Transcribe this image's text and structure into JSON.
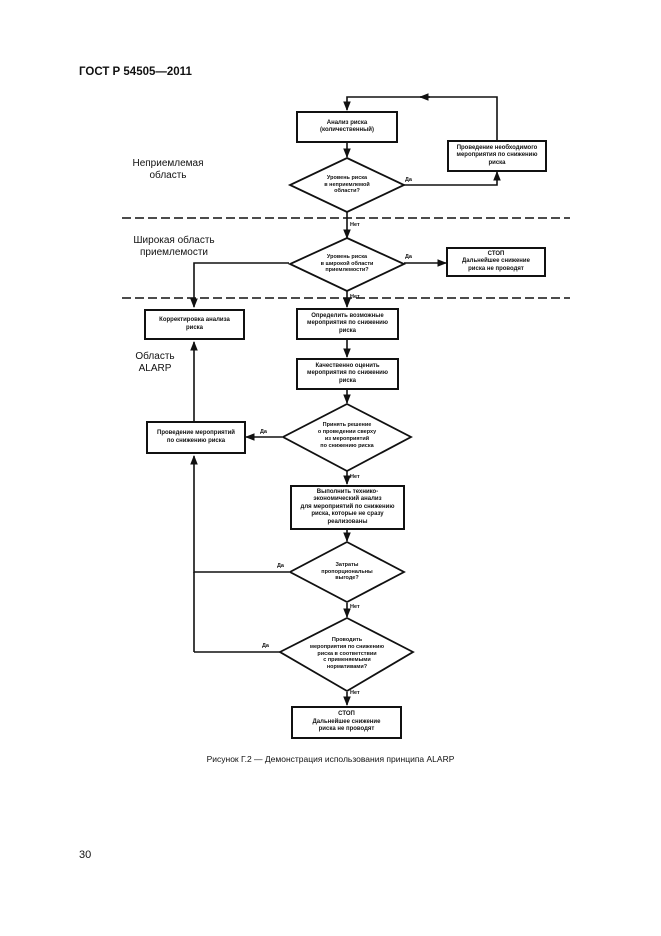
{
  "header": {
    "doc_id": "ГОСТ Р 54505—2011"
  },
  "regions": {
    "unacceptable": "Неприемлемая\nобласть",
    "broad": "Широкая область\nприемлемости",
    "alarp": "Область\nALARP"
  },
  "flowchart": {
    "risk_analysis": "Анализ риска\n(количественный)",
    "mandatory_measures": "Проведение необходимого\nмероприятия по снижению\nриска",
    "q_unacceptable": "Уровень риска\nв неприемлемой\nобласти?",
    "q_broad": "Уровень риска\nв широкой области\nприемлемости?",
    "stop_1": "СТОП\nДальнейшее снижение\nриска не проводят",
    "correct_analysis": "Корректировка анализа\nриска",
    "define_measures": "Определить возможные\nмероприятия по снижению\nриска",
    "evaluate_measures": "Качественно оценить\nмероприятия по снижению\nриска",
    "q_decide": "Принять решение\nо проведении сверху\nиз мероприятий\nпо снижению риска",
    "implement_measures": "Проведение мероприятий\nпо снижению риска",
    "tech_econ": "Выполнить технико-\nэкономический анализ\nдля мероприятий по снижению\nриска, которые не сразу\nреализованы",
    "q_costs": "Затраты\nпропорциональны\nвыгоде?",
    "q_conduct": "Проводить\nмероприятия по снижению\nриска в соответствии\nс применяемыми\nнормативами?",
    "stop_2": "СТОП\nДальнейшее снижение\nриска не проводят",
    "yes": "Да",
    "no": "Нет"
  },
  "caption": "Рисунок Г.2 — Демонстрация использования принципа ALARP",
  "page_number": "30"
}
